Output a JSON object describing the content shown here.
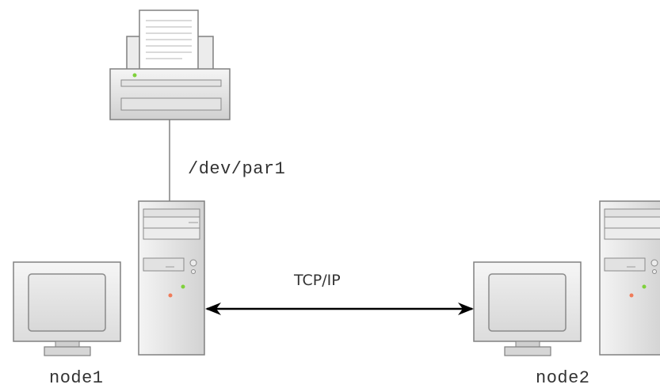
{
  "labels": {
    "device": "/dev/par1",
    "protocol": "TCP/IP",
    "node1": "node1",
    "node2": "node2"
  },
  "colors": {
    "led_green": "#7fd13b",
    "led_red": "#f07c5a",
    "connector_line": "#000000",
    "device_outline": "#808080"
  },
  "icons": [
    "printer-icon",
    "monitor-icon",
    "tower-icon",
    "double-arrow"
  ]
}
